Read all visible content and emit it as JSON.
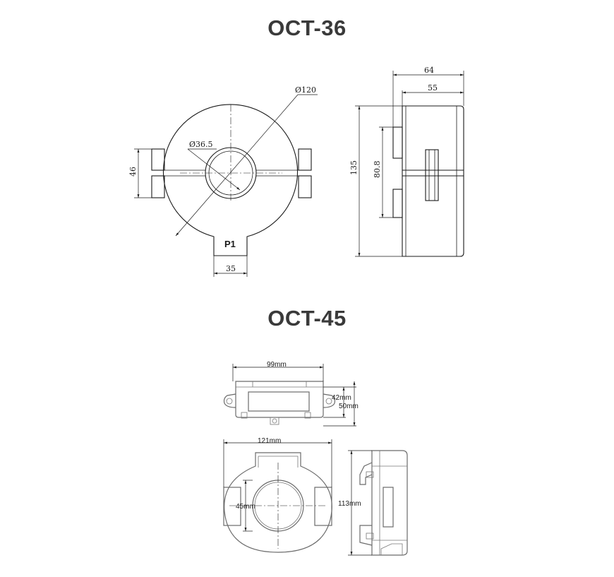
{
  "oct36": {
    "title": "OCT-36",
    "dim_outer": "Ø120",
    "dim_inner": "Ø36.5",
    "dim_height_left": "46",
    "dim_bottom_width": "35",
    "label_p1": "P1",
    "dim_side_total": "64",
    "dim_side_body": "55",
    "dim_side_height": "135",
    "dim_side_mount": "80.8"
  },
  "oct45": {
    "title": "OCT-45",
    "dim_top_width": "99mm",
    "dim_top_h1": "42mm",
    "dim_top_h2": "50mm",
    "dim_front_width": "121mm",
    "dim_front_hole": "45mm",
    "dim_side_height": "113mm"
  }
}
